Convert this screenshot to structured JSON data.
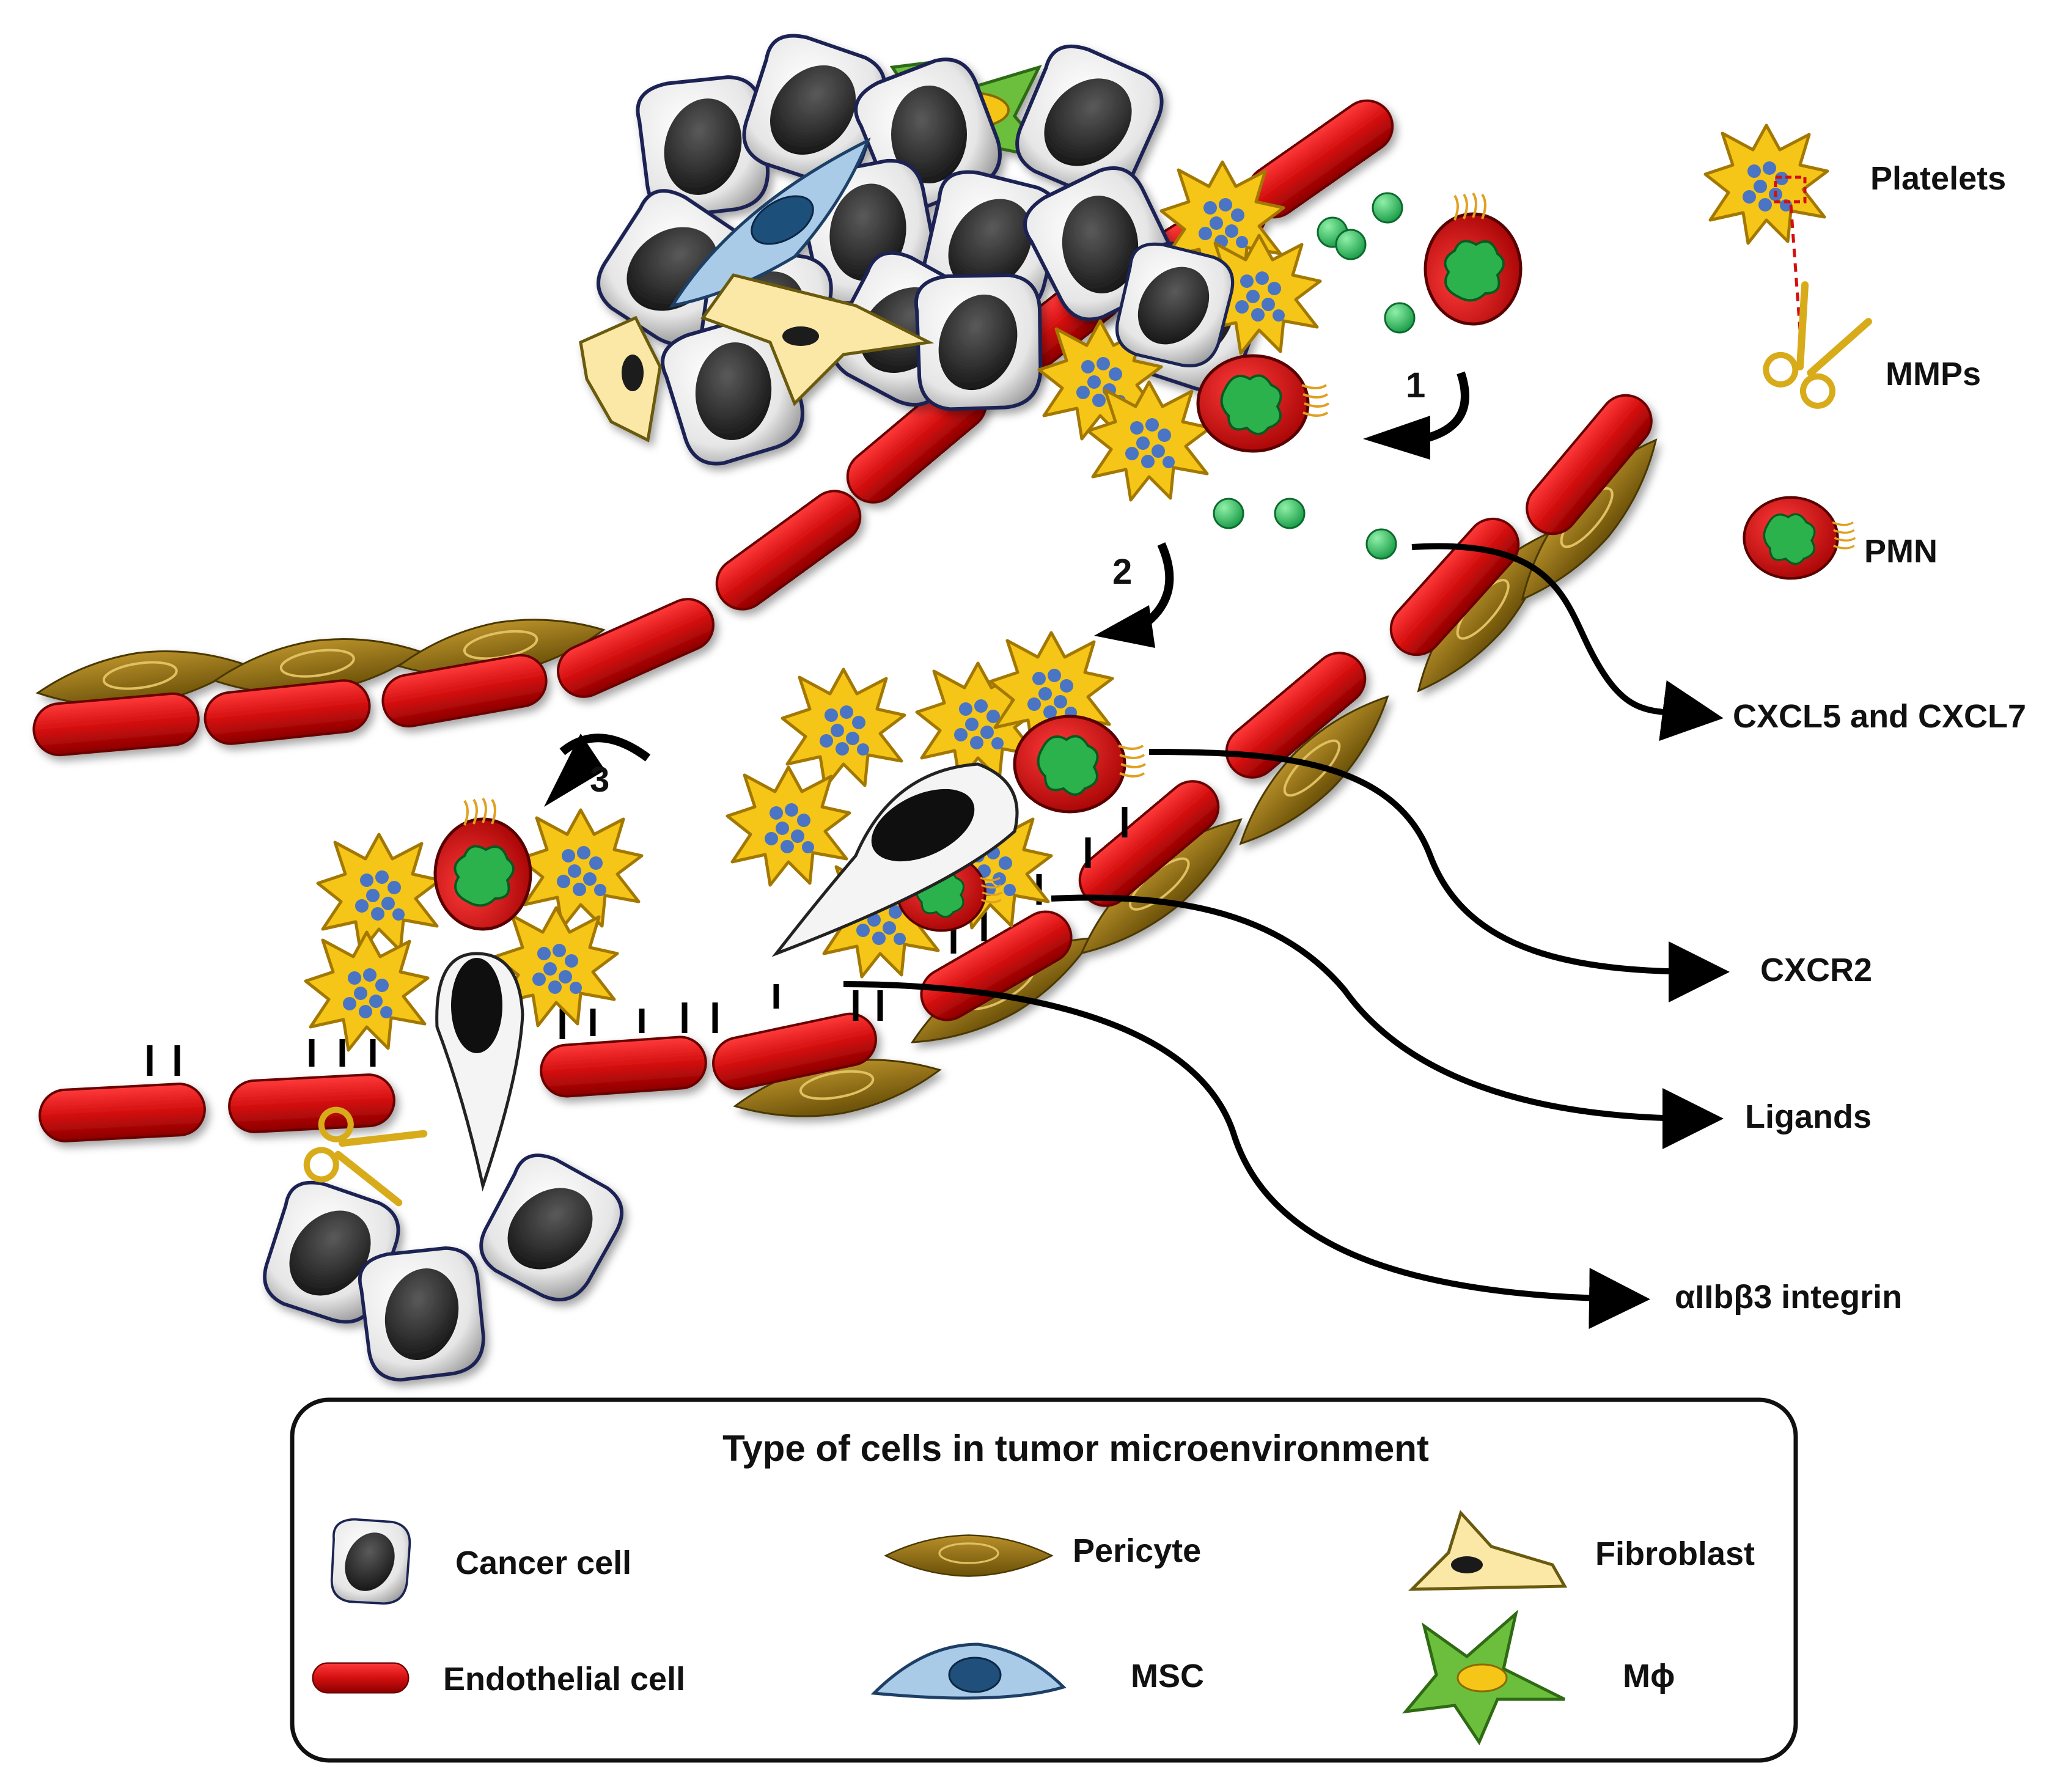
{
  "labels": {
    "platelets": "Platelets",
    "mmps": "MMPs",
    "pmn": "PMN",
    "cxcl": "CXCL5 and CXCL7",
    "cxcr2": "CXCR2",
    "ligands": "Ligands",
    "integrin": "αIIbβ3 integrin"
  },
  "steps": [
    "1",
    "2",
    "3"
  ],
  "legend": {
    "title": "Type of cells in tumor microenvironment",
    "items": {
      "cancer": "Cancer cell",
      "endothelial": "Endothelial cell",
      "pericyte": "Pericyte",
      "msc": "MSC",
      "fibroblast": "Fibroblast",
      "macrophage": "Mϕ"
    }
  },
  "colors": {
    "endothelial": "#d40f0f",
    "platelet": "#f5c518",
    "pmn_nucleus": "#2bb24c",
    "chemokine": "#1faa55",
    "pericyte": "#8a6a10",
    "msc": "#a9cbe8",
    "msc_nucleus": "#1f4f7a",
    "fibroblast": "#fbe8a6",
    "macrophage": "#6cbf3c",
    "cancer_nucleus": "#2b2b2b",
    "scissors": "#d8ab1a"
  }
}
